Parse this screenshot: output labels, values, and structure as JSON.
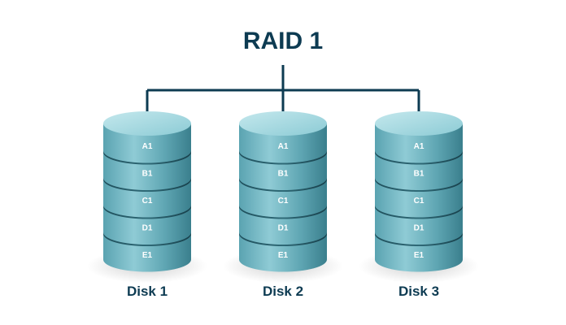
{
  "title": "RAID 1",
  "colors": {
    "title": "#0d3b52",
    "connector": "#0d3b52",
    "disk_light": "#a9dbe2",
    "disk_mid": "#6fb4c0",
    "disk_dark": "#2e6f7e",
    "disk_separator": "#173f4a",
    "segment_text": "#ffffff"
  },
  "disks": [
    {
      "label": "Disk 1",
      "blocks": [
        "A1",
        "B1",
        "C1",
        "D1",
        "E1"
      ]
    },
    {
      "label": "Disk 2",
      "blocks": [
        "A1",
        "B1",
        "C1",
        "D1",
        "E1"
      ]
    },
    {
      "label": "Disk 3",
      "blocks": [
        "A1",
        "B1",
        "C1",
        "D1",
        "E1"
      ]
    }
  ]
}
